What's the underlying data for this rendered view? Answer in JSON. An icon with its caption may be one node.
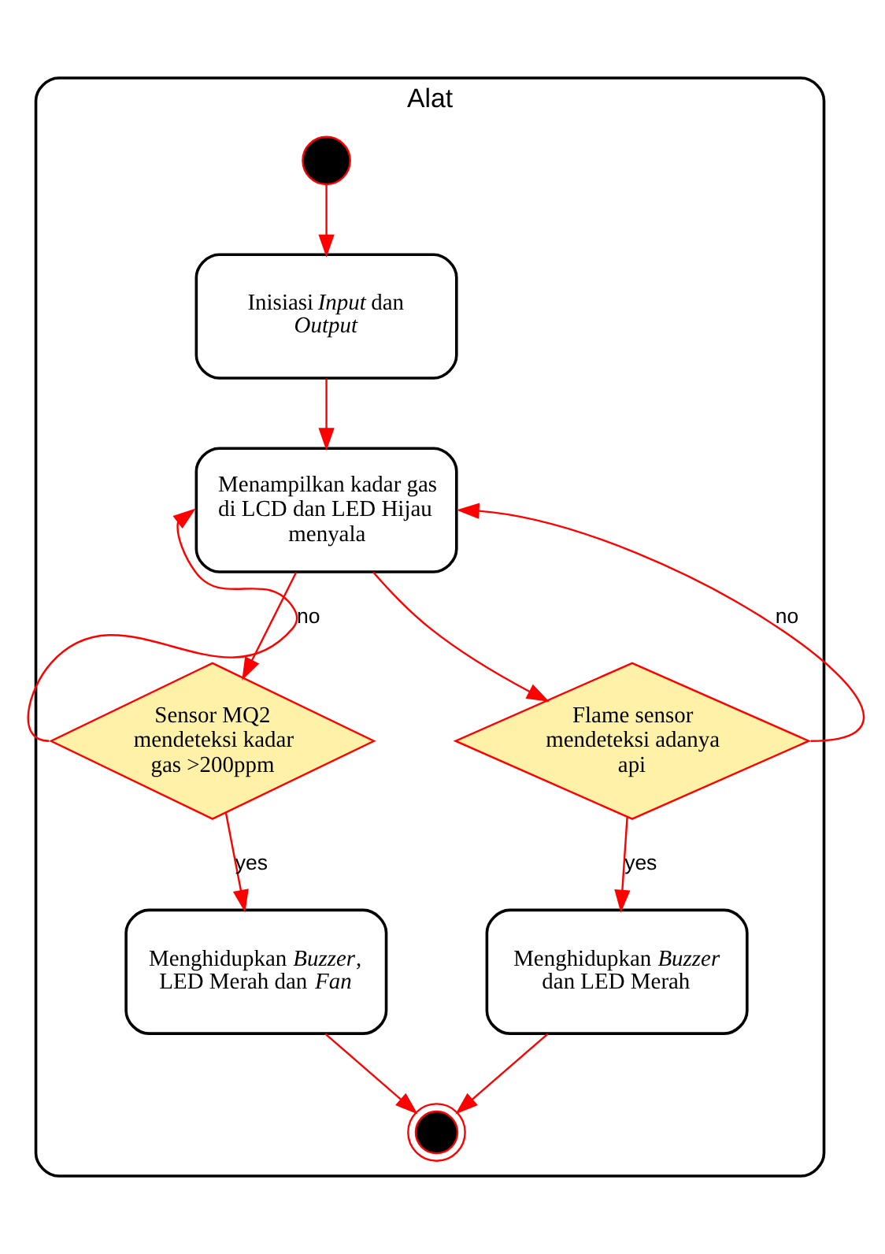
{
  "diagram": {
    "nodes": [
      {
        "text": [
          "Alat"
        ]
      },
      {
        "text": [],
        "shape": "circle",
        "in": 0
      },
      {
        "text": [
          "Inisiasi *Input* dan *Output*"
        ],
        "in": 0
      },
      {
        "text": [
          "Menampilkan kadar gas di LCD dan LED Hijau menyala"
        ],
        "in": 0
      },
      {
        "text": [
          "Sensor MQ2 mendeteksi kadar gas >200ppm"
        ],
        "in": 0
      },
      {
        "text": [
          "Flame sensor mendeteksi adanya api"
        ],
        "in": 0
      },
      {
        "text": [
          "Menghidupkan *Buzzer*, LED Merah dan *Fan*"
        ],
        "in": 0
      },
      {
        "text": [
          "Menghidupkan *Buzzer* dan LED Merah"
        ],
        "in": 0
      },
      {
        "text": [],
        "shape": "doublecircle",
        "in": 0
      }
    ],
    "edges": [
      {
        "from": 1,
        "to": 2,
        "arrow": "to"
      },
      {
        "from": 2,
        "to": 3,
        "arrow": "to"
      },
      {
        "from": 3,
        "to": 4,
        "arrow": "to"
      },
      {
        "from": 3,
        "to": 5,
        "arrow": "to"
      },
      {
        "from": 4,
        "to": 3,
        "arrow": "to",
        "label": "no"
      },
      {
        "from": 5,
        "to": 3,
        "arrow": "to",
        "label": "no"
      },
      {
        "from": 4,
        "to": 6,
        "arrow": "to",
        "label": "yes"
      },
      {
        "from": 5,
        "to": 7,
        "arrow": "to",
        "label": "yes"
      },
      {
        "from": 6,
        "to": 8,
        "arrow": "to"
      },
      {
        "from": 7,
        "to": 8,
        "arrow": "to"
      }
    ]
  }
}
